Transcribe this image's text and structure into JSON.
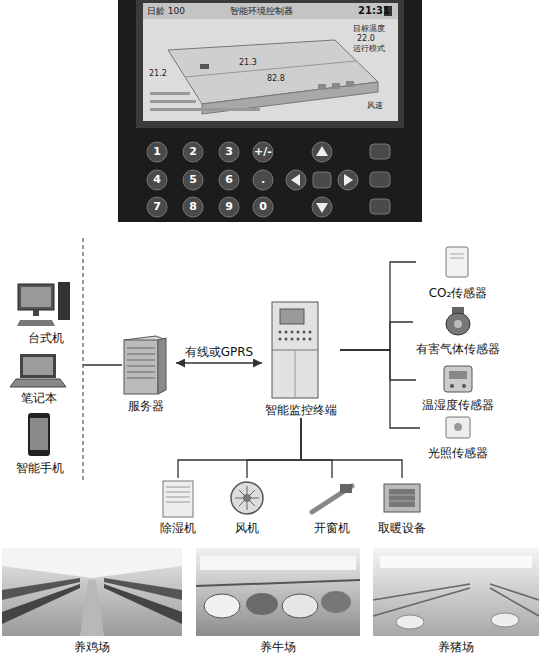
{
  "diagram": {
    "nodes": [
      {
        "text": [
          "台式机"
        ]
      },
      {
        "text": [
          "笔记本"
        ]
      },
      {
        "text": [
          "智能手机"
        ]
      },
      {
        "text": [
          "服务器"
        ]
      },
      {
        "text": [
          "智能监控终端"
        ]
      },
      {
        "text": [
          "CO₂传感器"
        ]
      },
      {
        "text": [
          "有害气体传感器"
        ]
      },
      {
        "text": [
          "温湿度传感器"
        ]
      },
      {
        "text": [
          "光照传感器"
        ]
      },
      {
        "text": [
          "除湿机"
        ]
      },
      {
        "text": [
          "风机"
        ]
      },
      {
        "text": [
          "开窗机"
        ]
      },
      {
        "text": [
          "取暖设备"
        ]
      },
      {
        "text": [
          "养鸡场"
        ]
      },
      {
        "text": [
          "养牛场"
        ]
      },
      {
        "text": [
          "养猪场"
        ]
      }
    ],
    "edges": [
      {
        "from": 3,
        "to": 4,
        "arrow": "both",
        "label": "有线或GPRS"
      },
      {
        "from": 4,
        "to": 5,
        "arrow": "none"
      },
      {
        "from": 4,
        "to": 6,
        "arrow": "none"
      },
      {
        "from": 4,
        "to": 7,
        "arrow": "none"
      },
      {
        "from": 4,
        "to": 8,
        "arrow": "none"
      },
      {
        "from": 4,
        "to": 9,
        "arrow": "none"
      },
      {
        "from": 4,
        "to": 10,
        "arrow": "none"
      },
      {
        "from": 4,
        "to": 11,
        "arrow": "none"
      },
      {
        "from": 4,
        "to": 12,
        "arrow": "none"
      }
    ],
    "labels": [
      "日龄 100",
      "智能环境控制器",
      "21:31",
      "目标温度",
      "22.0",
      "运行模式",
      "21.3",
      "21.2",
      "82.8",
      "风速",
      "1",
      "2",
      "3",
      "+/-",
      "4",
      "5",
      "6",
      ".",
      "7",
      "8",
      "9",
      "0"
    ]
  }
}
